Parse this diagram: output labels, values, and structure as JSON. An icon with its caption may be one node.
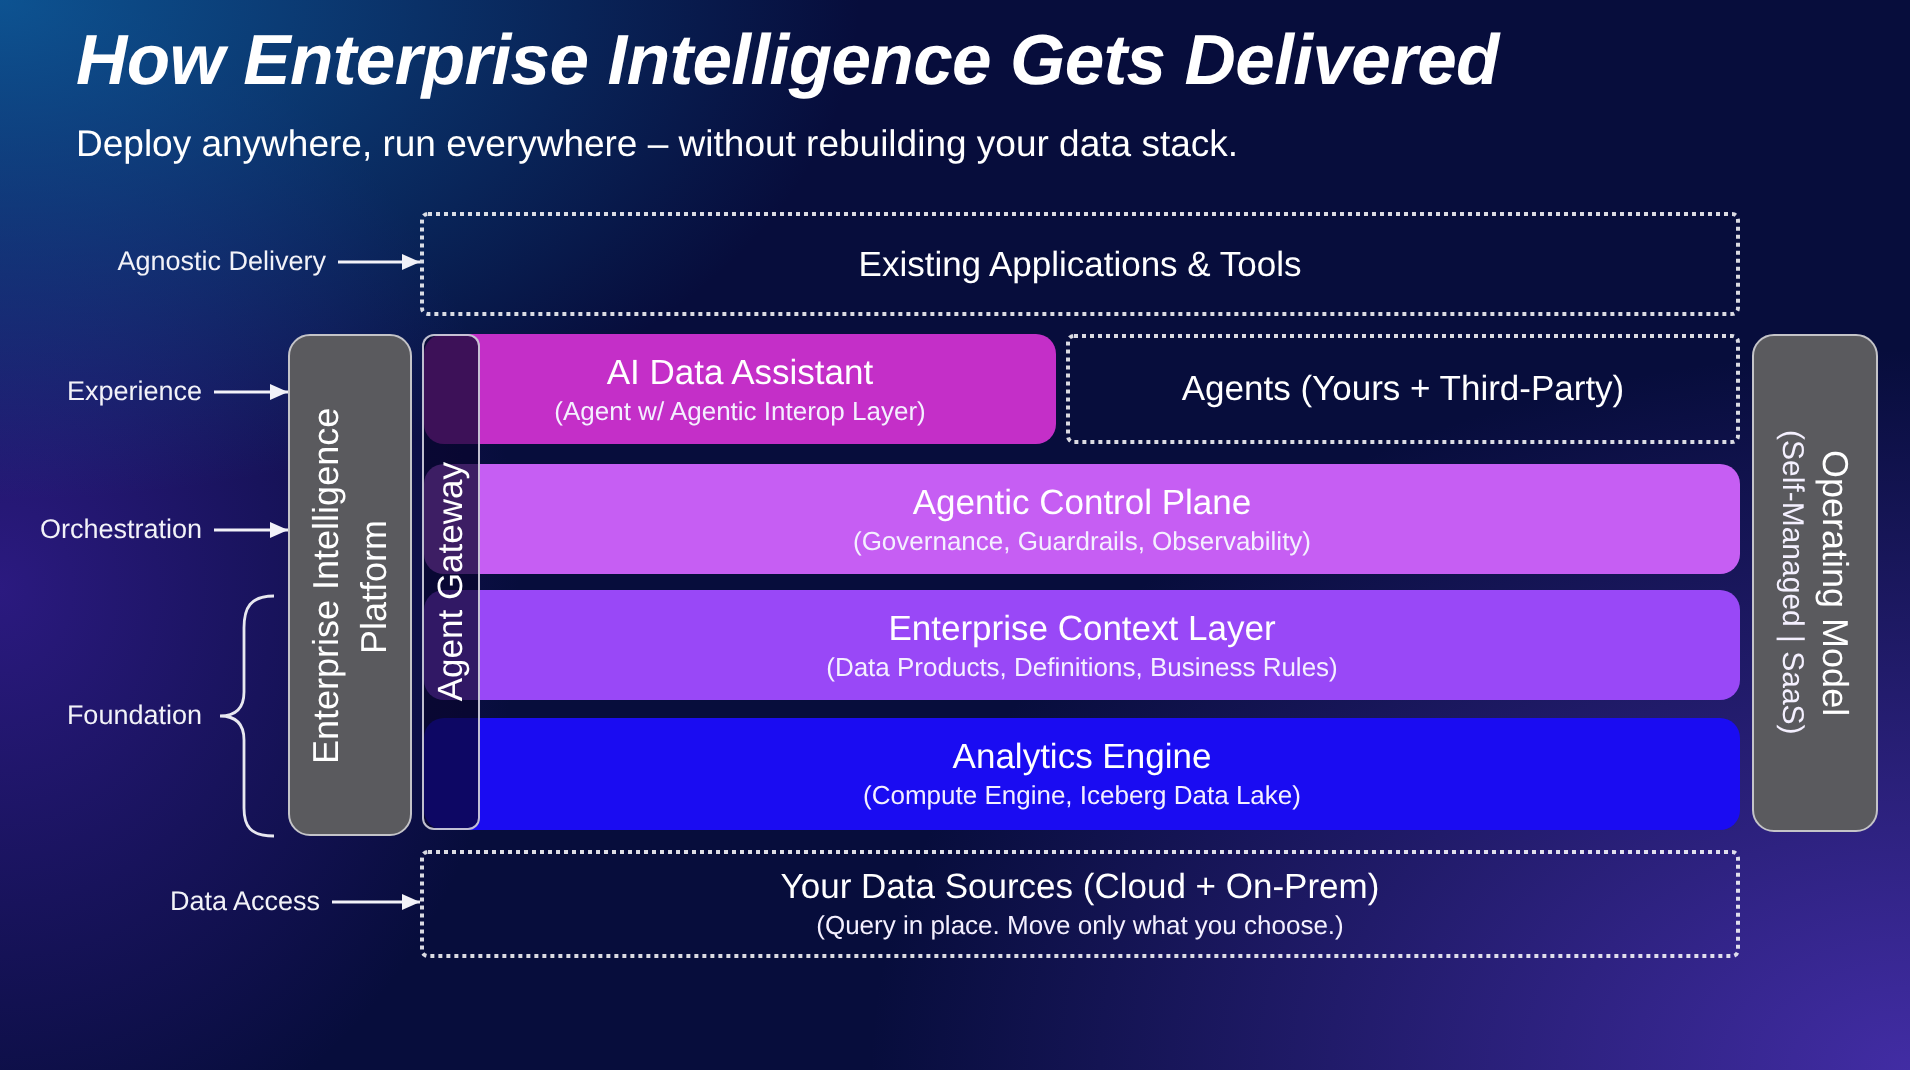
{
  "diagram": {
    "title": "How Enterprise Intelligence Gets Delivered",
    "nodes": [
      {
        "text": [
          "Agnostic Delivery"
        ]
      },
      {
        "text": [
          "Existing Applications & Tools"
        ]
      },
      {
        "text": [
          "Experience"
        ]
      },
      {
        "text": [
          "Enterprise Intelligence Platform"
        ]
      },
      {
        "text": [
          "Agent Gateway"
        ]
      },
      {
        "text": [
          "AI Data Assistant",
          "(Agent w/ Agentic Interop Layer)"
        ]
      },
      {
        "text": [
          "Agents (Yours + Third-Party)"
        ]
      },
      {
        "text": [
          "Operating Model",
          "(Self-Managed | SaaS)"
        ]
      },
      {
        "text": [
          "Orchestration"
        ]
      },
      {
        "text": [
          "Agentic Control Plane",
          "(Governance, Guardrails, Observability)"
        ]
      },
      {
        "text": [
          "Enterprise Context Layer",
          "(Data Products, Definitions, Business Rules)"
        ]
      },
      {
        "text": [
          "Analytics Engine",
          "(Compute Engine, Iceberg Data Lake)"
        ]
      },
      {
        "text": [
          "Data Access"
        ]
      },
      {
        "text": [
          "Your Data Sources (Cloud + On-Prem)",
          "(Query in place. Move only what you choose.)"
        ]
      }
    ],
    "edges": [
      {
        "from": 0,
        "to": 1,
        "arrow": "to"
      },
      {
        "from": 2,
        "to": 3,
        "arrow": "to"
      },
      {
        "from": 8,
        "to": 3,
        "arrow": "to"
      },
      {
        "from": 12,
        "to": 13,
        "arrow": "to"
      }
    ],
    "labels": [
      "Deploy anywhere, run everywhere – without rebuilding your data stack.",
      "Foundation"
    ]
  }
}
